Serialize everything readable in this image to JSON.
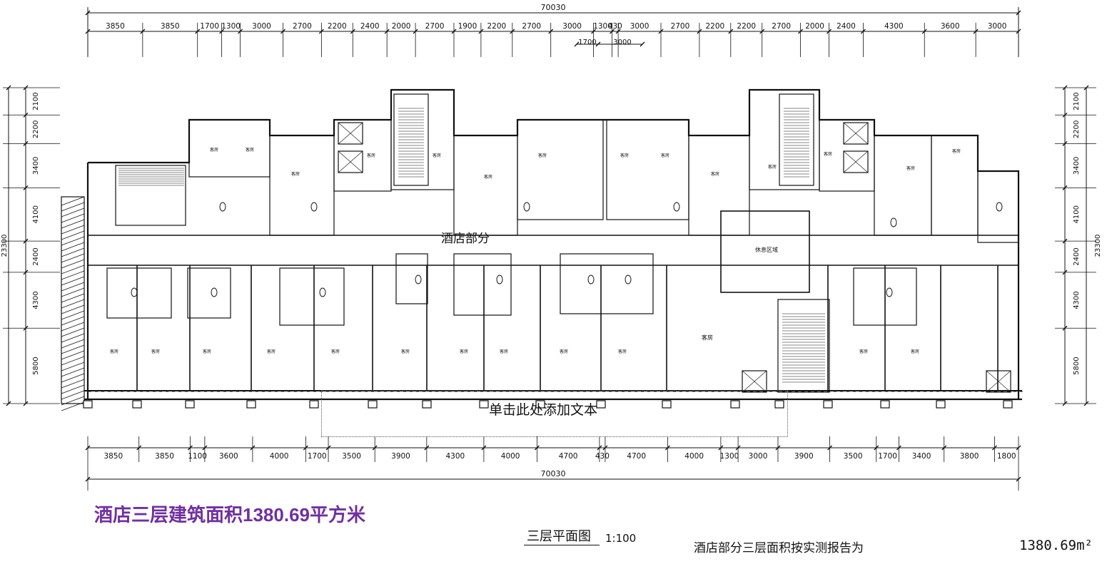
{
  "top_overall": "70030",
  "top_dims": [
    "3850",
    "3850",
    "1700",
    "1300",
    "3000",
    "2700",
    "2200",
    "2400",
    "2000",
    "2700",
    "1900",
    "2200",
    "2700",
    "3000",
    "1300",
    "430",
    "3000",
    "2700",
    "2200",
    "2200",
    "2700",
    "2000",
    "2400",
    "4300",
    "3600",
    "3000"
  ],
  "top_sub_dims": [
    "1700",
    "3000"
  ],
  "bottom_overall": "70030",
  "bottom_dims": [
    "3850",
    "3850",
    "1100",
    "3600",
    "4000",
    "1700",
    "3500",
    "3900",
    "4300",
    "4000",
    "4700",
    "430",
    "4700",
    "4000",
    "1300",
    "3000",
    "3900",
    "3500",
    "1700",
    "3400",
    "3800",
    "1800"
  ],
  "left_dims": [
    "2100",
    "2200",
    "3400",
    "4100",
    "2400",
    "4300",
    "5800"
  ],
  "left_overall": "23300",
  "right_dims": [
    "2100",
    "2200",
    "3400",
    "4100",
    "2400",
    "4300",
    "5800"
  ],
  "right_overall": "23300",
  "section_label": "酒店部分",
  "rest_area_label": "休息区域",
  "guest_room_label": "客房",
  "room_tag": "客房",
  "headline": "酒店三层建筑面积1380.69平方米",
  "drawing_title": "三层平面图",
  "scale": "1:100",
  "report_text": "酒店部分三层面积按实测报告为",
  "report_area": "1380.69m²",
  "textbox_placeholder": "单击此处添加文本"
}
